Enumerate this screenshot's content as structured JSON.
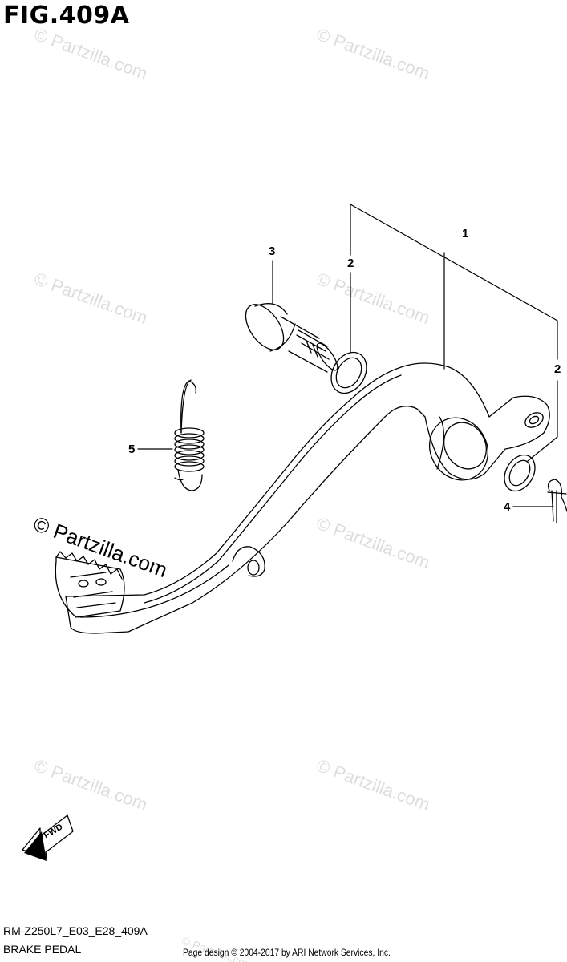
{
  "figure": {
    "title": "FIG.409A",
    "diagram_code": "RM-Z250L7_E03_E28_409A",
    "part_name": "BRAKE PEDAL",
    "credit": "Page design © 2004-2017 by ARI Network Services, Inc."
  },
  "watermarks": [
    {
      "text": "© Partzilla.com"
    },
    {
      "text": "© Partzilla.com"
    },
    {
      "text": "© Partzilla.com"
    },
    {
      "text": "© Partzilla.com"
    },
    {
      "text": "© Partzilla.com"
    },
    {
      "text": "© Partzilla.com"
    },
    {
      "text": "© Partzilla.com"
    },
    {
      "text": "© Partzilla.com"
    },
    {
      "text": "© Partzilla.com"
    }
  ],
  "callouts": {
    "pedal": "1",
    "washer_upper": "2",
    "washer_right": "2",
    "pivot_bolt": "3",
    "cotter_pin": "4",
    "return_spring": "5"
  },
  "fwd_label": "FWD",
  "colors": {
    "ink": "#000000",
    "watermark": "#dddddd"
  }
}
